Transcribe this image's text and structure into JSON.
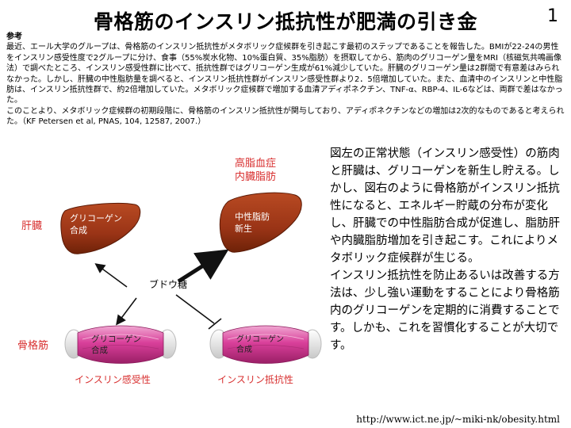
{
  "page": {
    "title": "骨格筋のインスリン抵抗性が肥満の引き金",
    "page_number": "1",
    "url": "http://www.ict.ne.jp/~miki-nk/obesity.html"
  },
  "reference": {
    "heading": "参考",
    "paragraph1": "最近、エール大学のグループは、骨格筋のインスリン抵抗性がメタボリック症候群を引き起こす最初のステップであることを報告した。BMIが22-24の男性をインスリン感受性度で2グループに分け、食事（55%炭水化物、10%蛋白質、35%脂肪）を摂取してから、筋肉のグリコーゲン量をMRI（核磁気共鳴画像法）で調べたところ、インスリン感受性群に比べて、抵抗性群ではグリコーゲン生成が61%減少していた。肝臓のグリコーゲン量は2群間で有意差はみられなかった。しかし、肝臓の中性脂肪量を調べると、インスリン抵抗性群がインスリン感受性群より2．5倍増加していた。また、血清中のインスリンと中性脂肪は、インスリン抵抗性群で、約2倍増加していた。メタボリック症候群で増加する血清アディポネクチン、TNF-α、RBP-4、IL-6などは、両群で差はなかった。",
    "paragraph2": "このことより、メタボリック症候群の初期段階に、骨格筋のインスリン抵抗性が関与しており、アディポネクチンなどの増加は2次的なものであると考えられた。（KF Petersen et al, PNAS, 104, 12587, 2007.）"
  },
  "diagram": {
    "label_liver": "肝臓",
    "label_muscle": "骨格筋",
    "label_glucose": "ブドウ糖",
    "label_visceral_line1": "高脂血症",
    "label_visceral_line2": "内臓脂肪",
    "liver_left_line1": "グリコーゲン",
    "liver_left_line2": "合成",
    "liver_right_line1": "中性脂肪",
    "liver_right_line2": "新生",
    "muscle_left_line1": "グリコーゲン",
    "muscle_left_line2": "合成",
    "muscle_right_line1": "グリコーゲン",
    "muscle_right_line2": "合成",
    "label_sensitive": "インスリン感受性",
    "label_resistant": "インスリン抵抗性",
    "colors": {
      "liver": "#a0381a",
      "muscle": "#d9409a",
      "red_label": "#d83030",
      "arrow": "#111111"
    }
  },
  "explanation": {
    "paragraph1": "図左の正常状態（インスリン感受性）の筋肉と肝臓は、グリコーゲンを新生し貯える。しかし、図右のように骨格筋がインスリン抵抗性になると、エネルギー貯蔵の分布が変化し、肝臓での中性脂肪合成が促進し、脂肪肝や内臓脂肪増加を引き起こす。これによりメタボリック症候群が生じる。",
    "paragraph2": "インスリン抵抗性を防止あるいは改善する方法は、少し強い運動をすることにより骨格筋内のグリコーゲンを定期的に消費することです。しかも、これを習慣化することが大切です。"
  }
}
